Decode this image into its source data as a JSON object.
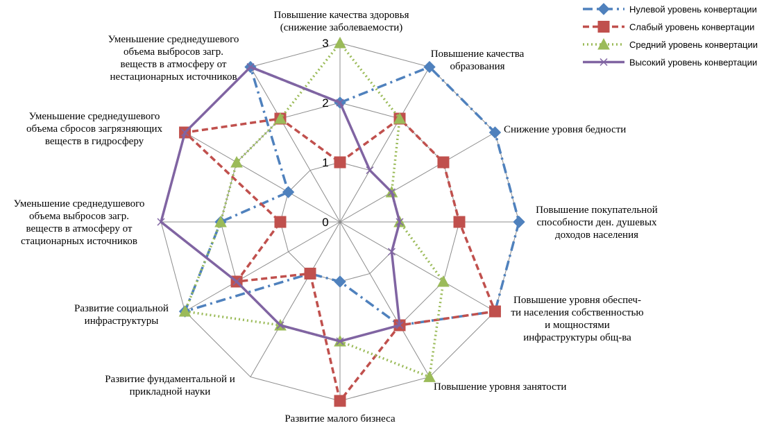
{
  "chart_data": {
    "type": "radar",
    "rmax": 3,
    "ticks": [
      "0",
      "1",
      "2",
      "3"
    ],
    "categories": [
      [
        "Повышение качества здоровья",
        "(снижение заболеваемости)"
      ],
      [
        "Повышение качества",
        "образования"
      ],
      [
        "Снижение уровня бедности"
      ],
      [
        "Повышение покупательной",
        "способности ден. душевых",
        "доходов населения"
      ],
      [
        "Повышение уровня обеспеч-",
        "ти населения собственностью",
        "и мощностями",
        "инфраструктуры общ-ва"
      ],
      [
        "Повышение уровня занятости"
      ],
      [
        "Развитие малого бизнеса"
      ],
      [
        "Развитие фундаментальной и",
        "прикладной науки"
      ],
      [
        "Развитие социальной",
        "инфраструктуры"
      ],
      [
        "Уменьшение среднедушевого",
        "объема выбросов загр.",
        "веществ в атмосферу от",
        "стационарных источников"
      ],
      [
        "Уменьшение среднедушевого",
        "объема сбросов загрязняющих",
        "веществ в гидросферу"
      ],
      [
        "Уменьшение среднедушевого",
        "объема выбросов загр.",
        "веществ в атмосферу от",
        "нестационарных источников"
      ]
    ],
    "series": [
      {
        "name": "Нулевой уровень конвертации",
        "values": [
          2,
          3,
          3,
          3,
          3,
          2,
          1,
          1,
          3,
          2,
          1,
          3
        ],
        "color": "#4f81bd",
        "dash": "14 6 3 6",
        "marker": "diamond"
      },
      {
        "name": "Слабый уровень конвертации",
        "values": [
          1,
          2,
          2,
          2,
          3,
          2,
          3,
          1,
          2,
          1,
          3,
          2
        ],
        "color": "#c0504d",
        "dash": "9 5",
        "marker": "square"
      },
      {
        "name": "Средний уровень конвертации",
        "values": [
          3,
          2,
          1,
          1,
          2,
          3,
          2,
          2,
          3,
          2,
          2,
          2
        ],
        "color": "#9bbb59",
        "dash": "2 4",
        "marker": "triangle"
      },
      {
        "name": "Высокий уровень конвертации",
        "values": [
          2,
          1,
          1,
          1,
          1,
          2,
          2,
          2,
          2,
          3,
          3,
          3
        ],
        "color": "#8064a2",
        "dash": "",
        "marker": "x"
      }
    ],
    "grid": true,
    "legend_position": "top-right"
  }
}
